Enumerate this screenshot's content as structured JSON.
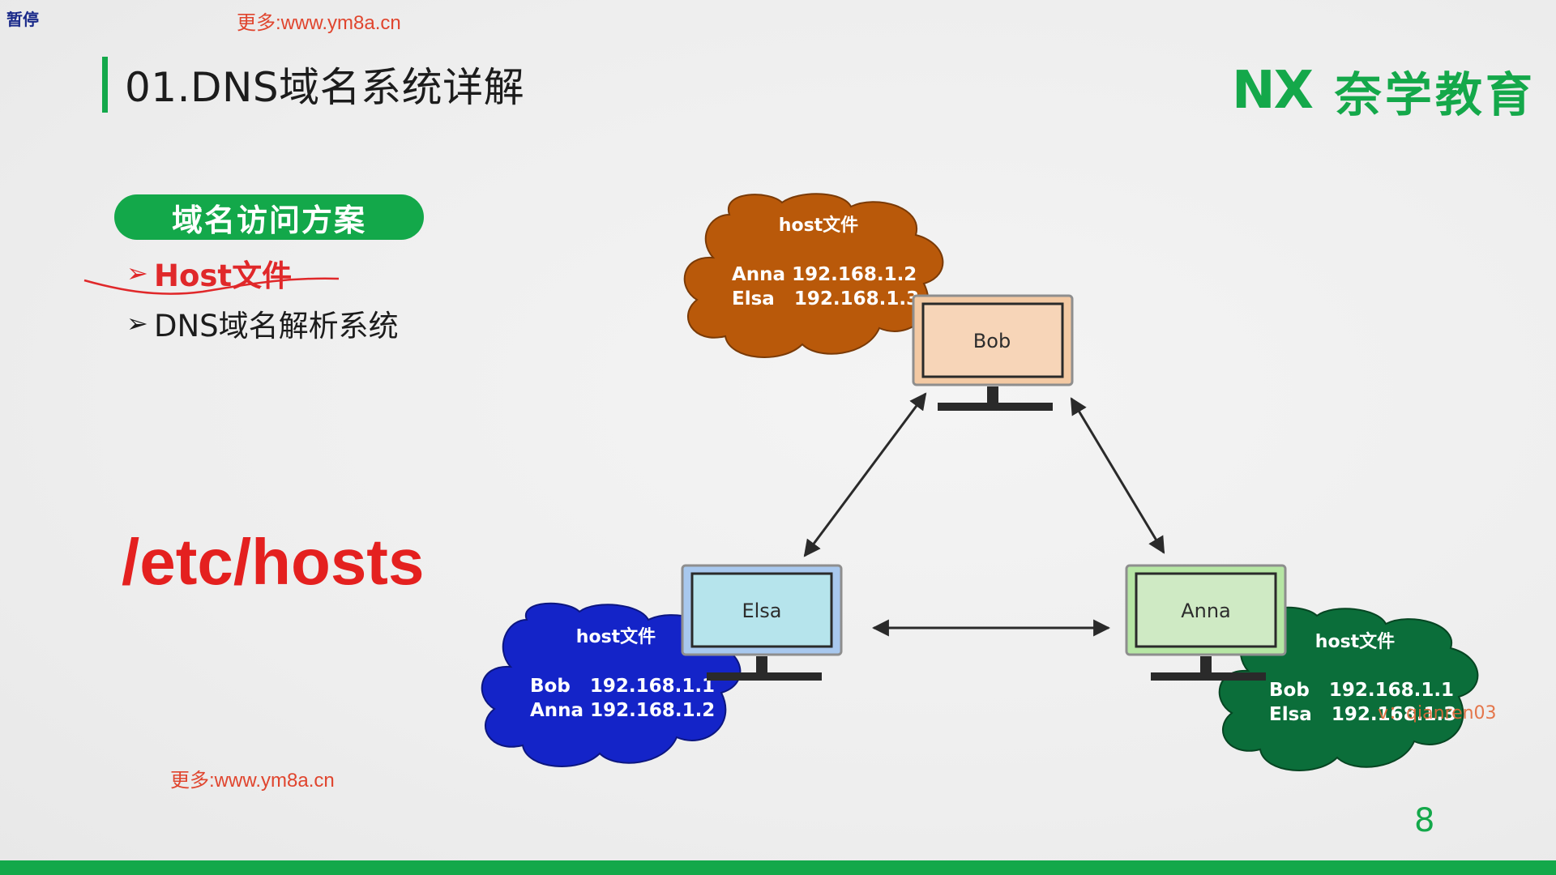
{
  "overlay": {
    "pause_label": "暂停",
    "watermark_top": "更多:www.ym8a.cn",
    "watermark_bottom": "更多:www.ym8a.cn",
    "overlay_id": "v：qianren03"
  },
  "slide": {
    "title": "01.DNS域名系统详解",
    "logo_mark": "NX",
    "logo_text": "奈学教育",
    "section_label": "域名访问方案",
    "bullets": [
      {
        "arrow": "➢",
        "label": "Host文件"
      },
      {
        "arrow": "➢",
        "label": "DNS域名解析系统"
      }
    ],
    "big_path": "/etc/hosts",
    "page_number": "8"
  },
  "diagram": {
    "computers": {
      "bob": {
        "label": "Bob"
      },
      "elsa": {
        "label": "Elsa"
      },
      "anna": {
        "label": "Anna"
      }
    },
    "clouds": {
      "bob": {
        "title": "host文件",
        "line1": "Anna 192.168.1.2",
        "line2": "Elsa   192.168.1.3"
      },
      "elsa": {
        "title": "host文件",
        "line1": "Bob   192.168.1.1",
        "line2": "Anna 192.168.1.2"
      },
      "anna": {
        "title": "host文件",
        "line1": "Bob   192.168.1.1",
        "line2": "Elsa   192.168.1.3"
      }
    }
  },
  "colors": {
    "accent_green": "#13a84a",
    "highlight_red": "#e0282a",
    "cloud_orange": "#b9590a",
    "cloud_blue": "#1424c8",
    "cloud_green": "#0b6e3a",
    "bob_screen": "#f7d5b8",
    "elsa_screen": "#b6e4ec",
    "anna_screen": "#cfeac4"
  }
}
